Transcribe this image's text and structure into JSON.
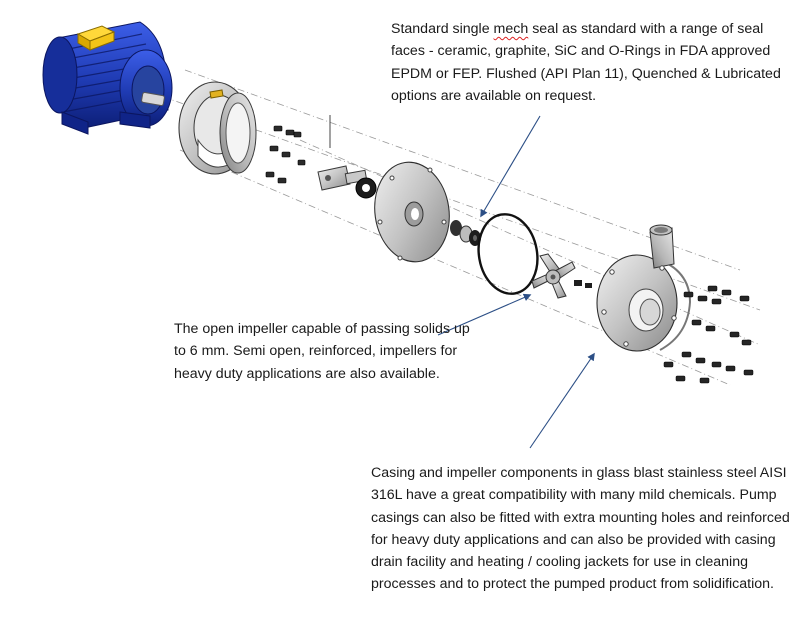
{
  "callouts": {
    "seal": {
      "pre": "Standard single ",
      "flagged": "mech",
      "post": " seal as standard with a range of seal faces - ceramic, graphite, SiC and O-Rings in FDA approved EPDM or FEP. Flushed (API Plan 11), Quenched & Lubricated options are available on request."
    },
    "impeller": "The open impeller capable of passing solids up to 6 mm. Semi open, reinforced, impellers for heavy duty applications are also available.",
    "casing": "Casing and impeller components in glass blast stainless steel AISI 316L have a great compatibility with many mild chemicals. Pump casings can also be fitted with extra mounting holes and reinforced for heavy duty applications and can also be provided with casing drain facility and heating / cooling jackets for use in cleaning processes and to protect the pumped product from solidification."
  },
  "colors": {
    "motor": "#1f3bb3",
    "motor_dark": "#0d1f78",
    "terminal_box": "#f2c418",
    "steel": "#c9c9c9",
    "steel_dark": "#7d7d7d",
    "arrow": "#2c4f86"
  }
}
